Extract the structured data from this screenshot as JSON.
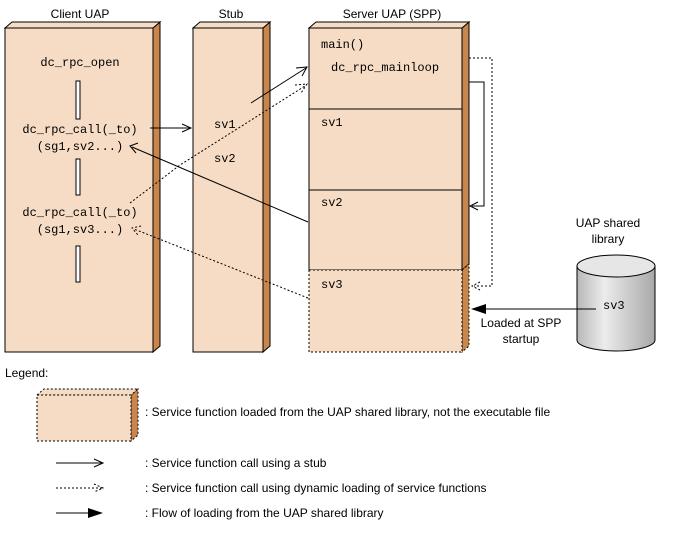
{
  "columns": {
    "client": "Client UAP",
    "stub": "Stub",
    "server": "Server UAP (SPP)"
  },
  "client": {
    "open": "dc_rpc_open",
    "call1": "dc_rpc_call(_to)",
    "args1": "(sg1,sv2...)",
    "call2": "dc_rpc_call(_to)",
    "args2": "(sg1,sv3...)"
  },
  "stub": {
    "sv1": "sv1",
    "sv2": "sv2"
  },
  "server": {
    "main": "main()",
    "mainloop": "dc_rpc_mainloop",
    "sv1": "sv1",
    "sv2": "sv2",
    "sv3": "sv3"
  },
  "library": {
    "title_line1": "UAP shared",
    "title_line2": "library",
    "item": "sv3"
  },
  "load_note": {
    "line1": "Loaded at SPP",
    "line2": "startup"
  },
  "legend": {
    "heading": "Legend:",
    "box": ": Service function loaded from the UAP shared library, not the executable file",
    "solid": ": Service function call using a stub",
    "dotted": ": Service function call using dynamic loading of service functions",
    "filled": ": Flow of loading from the UAP shared library"
  },
  "colors": {
    "fill": "#f6dcc4",
    "shadow": "#c8864c",
    "cylinder": "#c8c8c8"
  }
}
